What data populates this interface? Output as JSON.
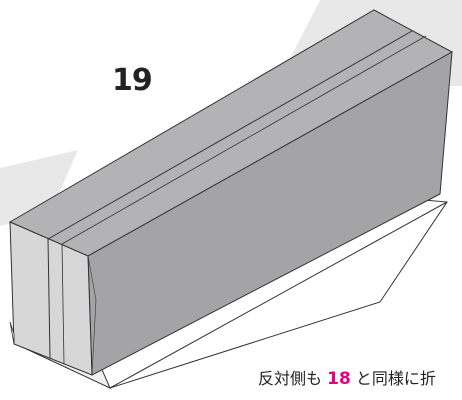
{
  "step_number": "19",
  "instruction": {
    "before": "反対側も",
    "ref_step": "18",
    "after": "と同様に折"
  },
  "colors": {
    "accent": "#e6007e",
    "background_shape": "#e8e8e8",
    "box_front": "#d7d7d8",
    "box_top": "#b3b3b5",
    "box_side": "#a4a4a6",
    "outline": "#333333"
  },
  "illustration": {
    "subject": "folded rectangular box (long block) in isometric view",
    "elements": [
      "background-band",
      "box-top-face",
      "box-front-face",
      "box-end-face",
      "fold-lines",
      "shadow-tab"
    ]
  }
}
